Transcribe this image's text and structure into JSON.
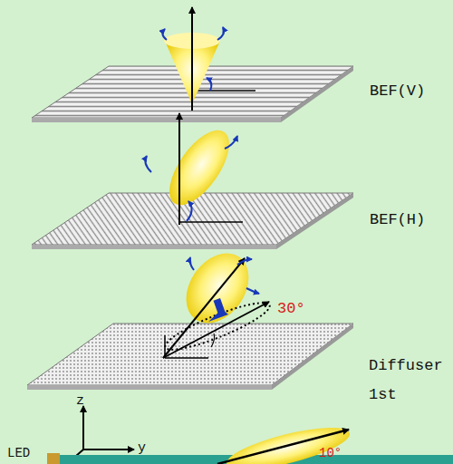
{
  "diagram": {
    "labels": [
      "BEF(V)",
      "BEF(H)",
      "30°",
      "Diffuser 1st",
      "z",
      "y",
      "LED",
      "10°"
    ]
  }
}
